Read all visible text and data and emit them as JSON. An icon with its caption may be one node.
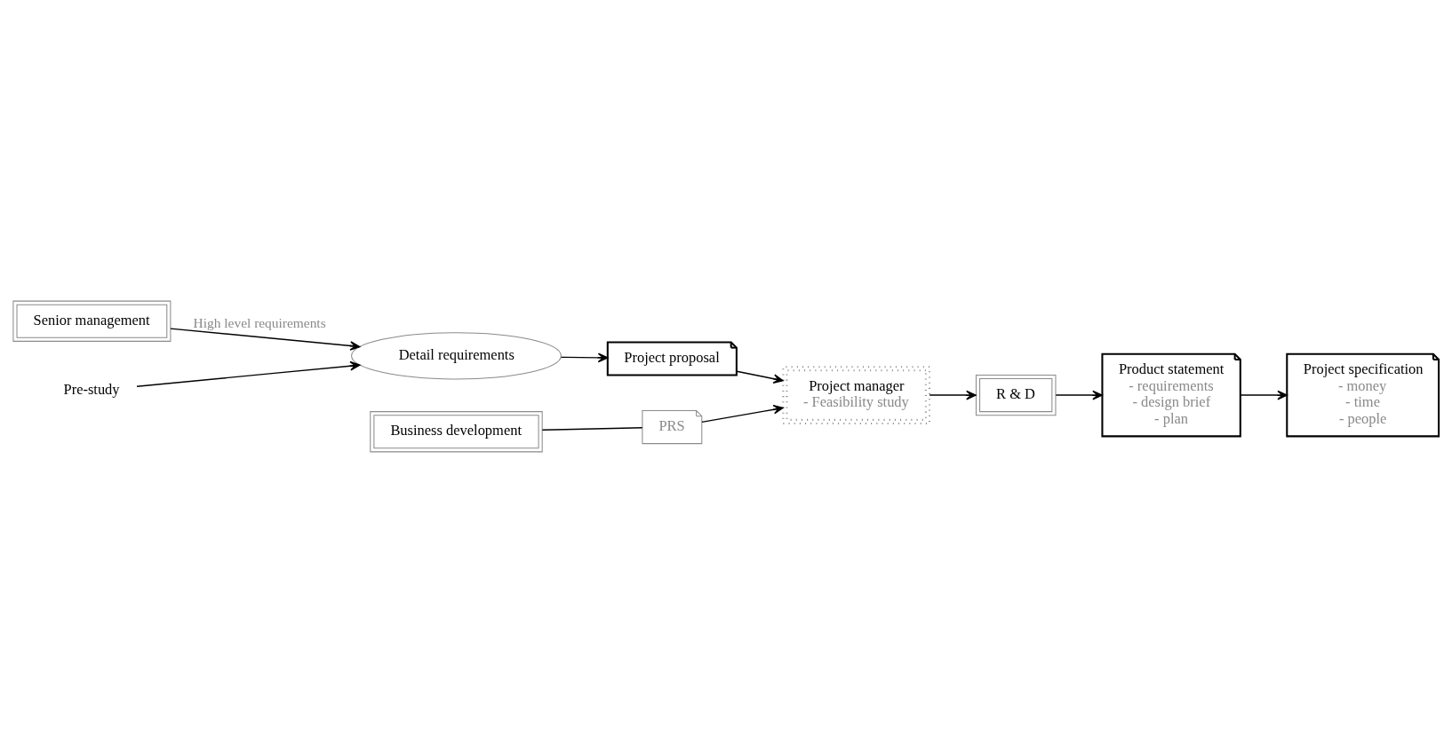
{
  "diagram": {
    "nodes": [
      {
        "text": [
          "Senior management"
        ]
      },
      {
        "text": [
          "Business development"
        ]
      },
      {
        "text": [
          "Pre-study"
        ]
      },
      {
        "text": [
          "Detail requirements"
        ]
      },
      {
        "text": [
          "Project proposal"
        ]
      },
      {
        "text": [
          "PRS"
        ]
      },
      {
        "text": [
          "Project manager",
          "- Feasibility study"
        ]
      },
      {
        "text": [
          "R & D"
        ]
      },
      {
        "text": [
          "Product statement",
          "- requirements",
          "- design brief",
          "- plan"
        ]
      },
      {
        "text": [
          "Project specification",
          "- money",
          "- time",
          "- people"
        ]
      }
    ],
    "edges": [
      {
        "from": 0,
        "to": 3,
        "arrow": "to",
        "label": "High level requirements"
      },
      {
        "from": 2,
        "to": 3,
        "arrow": "to"
      },
      {
        "from": 3,
        "to": 4,
        "arrow": "to"
      },
      {
        "from": 1,
        "to": 5,
        "arrow": "none"
      },
      {
        "from": 5,
        "to": 6,
        "arrow": "to"
      },
      {
        "from": 4,
        "to": 6,
        "arrow": "to"
      },
      {
        "from": 6,
        "to": 7,
        "arrow": "to"
      },
      {
        "from": 7,
        "to": 8,
        "arrow": "to"
      },
      {
        "from": 8,
        "to": 9,
        "arrow": "to"
      }
    ]
  }
}
